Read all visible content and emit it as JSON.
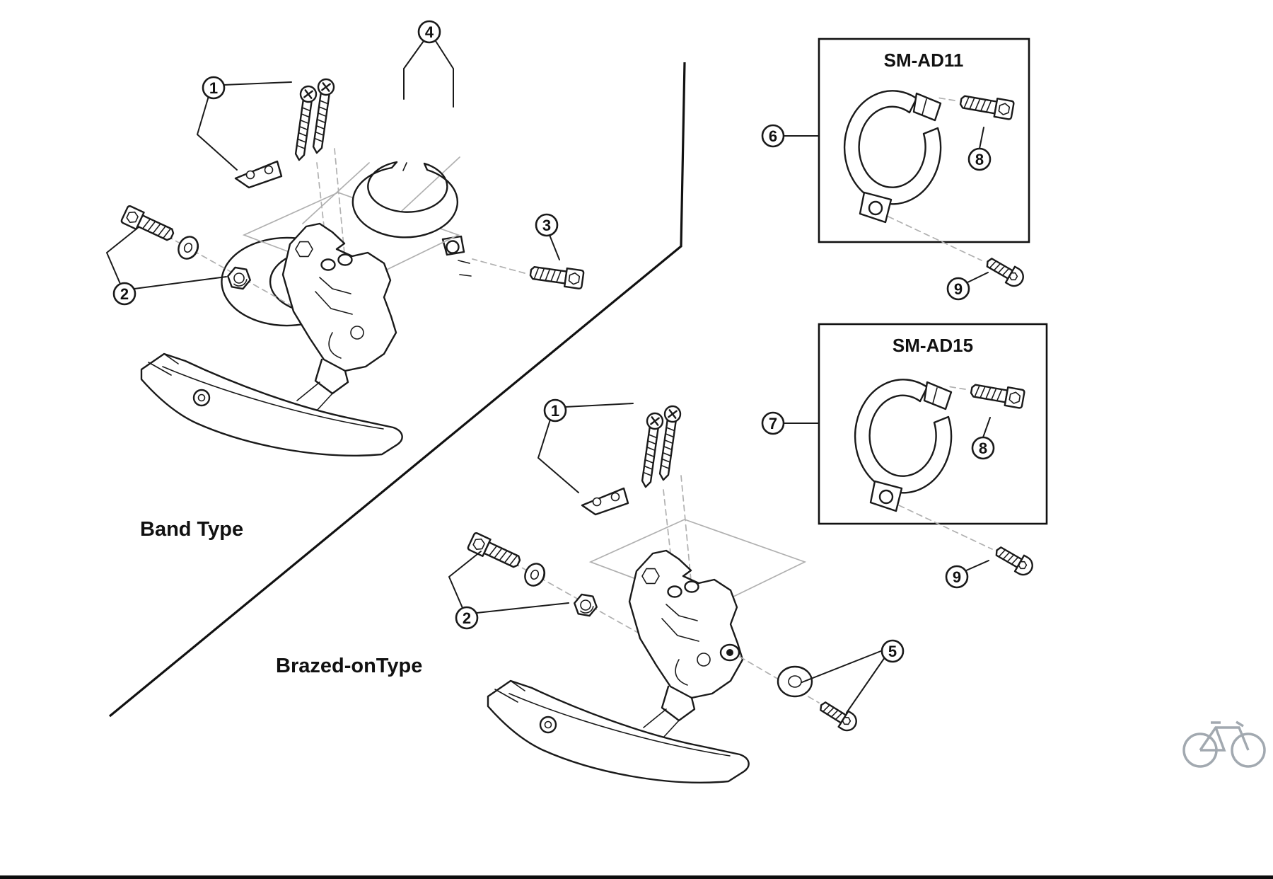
{
  "page": {
    "background": "#ffffff",
    "line_color": "#1a1a1a",
    "guide_color": "#b0b0b0",
    "logo_color": "#98a0a8"
  },
  "labels": {
    "band_type": "Band Type",
    "brazed_type": "Brazed-onType"
  },
  "boxes": {
    "ad11_title": "SM-AD11",
    "ad15_title": "SM-AD15"
  },
  "callouts": {
    "band_1": "1",
    "band_2": "2",
    "band_3": "3",
    "band_4": "4",
    "brazed_1": "1",
    "brazed_2": "2",
    "brazed_5": "5",
    "ad11_6": "6",
    "ad11_8": "8",
    "ad11_9": "9",
    "ad15_7": "7",
    "ad15_8": "8",
    "ad15_9": "9"
  },
  "icons": {
    "logo": "bike-logo"
  }
}
